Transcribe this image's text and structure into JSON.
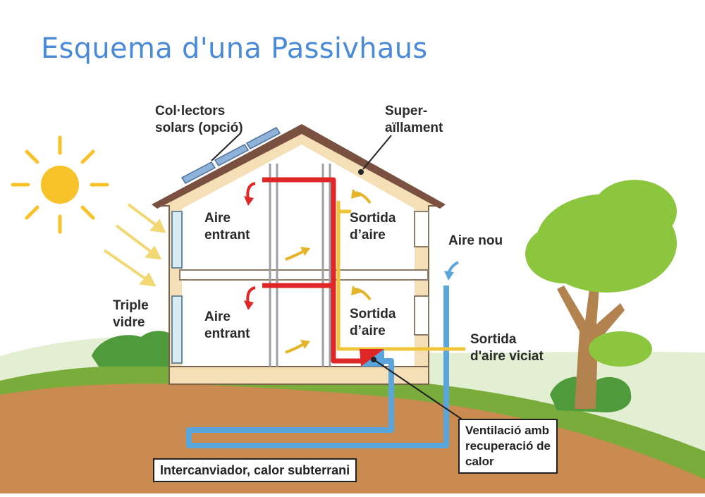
{
  "title": "Esquema d'una Passivhaus",
  "labels": {
    "solar_collectors_1": "Col·lectors",
    "solar_collectors_2": "solars (opció)",
    "super_insulation_1": "Super-",
    "super_insulation_2": "aïllament",
    "incoming_air_upper_1": "Aire",
    "incoming_air_upper_2": "entrant",
    "incoming_air_lower_1": "Aire",
    "incoming_air_lower_2": "entrant",
    "air_out_upper_1": "Sortida",
    "air_out_upper_2": "d’aire",
    "air_out_lower_1": "Sortida",
    "air_out_lower_2": "d’aire",
    "fresh_air": "Aire nou",
    "triple_glazing_1": "Triple",
    "triple_glazing_2": "vidre",
    "stale_air_out_1": "Sortida",
    "stale_air_out_2": "d'aire viciat",
    "heat_recovery_1": "Ventilació amb",
    "heat_recovery_2": "recuperació de",
    "heat_recovery_3": "calor",
    "ground_exchanger": "Intercanviador, calor subterrani"
  },
  "colors": {
    "title": "#4a8ad6",
    "warm_air": "#e02727",
    "exhaust_air": "#f0c53a",
    "fresh_air_duct": "#5aa6dc",
    "roof": "#7a5040",
    "insulation": "#f5dfb7",
    "ground": "#c98b4f",
    "grass": "#7aac3c",
    "sun": "#f7c22a",
    "tree_foliage": "#8cc63e",
    "tree_trunk": "#b2834e"
  }
}
